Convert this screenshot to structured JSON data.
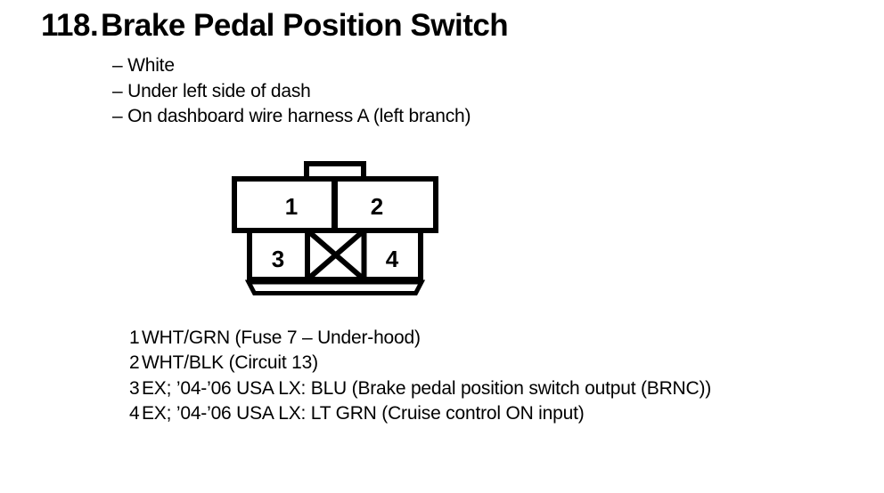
{
  "page": {
    "section_number": "118.",
    "title": "Brake Pedal Position Switch",
    "bullets": [
      "– White",
      "– Under left side of dash",
      "– On dashboard wire harness A (left branch)"
    ]
  },
  "connector": {
    "pin_labels": [
      "1",
      "2",
      "3",
      "4"
    ],
    "colors": {
      "outline": "#000000",
      "fill": "#ffffff"
    }
  },
  "legend": {
    "rows": [
      {
        "pin": "1",
        "text": "WHT/GRN (Fuse 7 – Under-hood)"
      },
      {
        "pin": "2",
        "text": "WHT/BLK (Circuit 13)"
      },
      {
        "pin": "3",
        "text": "EX; ’04-’06 USA LX: BLU (Brake pedal position switch output (BRNC))"
      },
      {
        "pin": "4",
        "text": "EX; ’04-’06 USA LX: LT GRN (Cruise control ON input)"
      }
    ]
  }
}
